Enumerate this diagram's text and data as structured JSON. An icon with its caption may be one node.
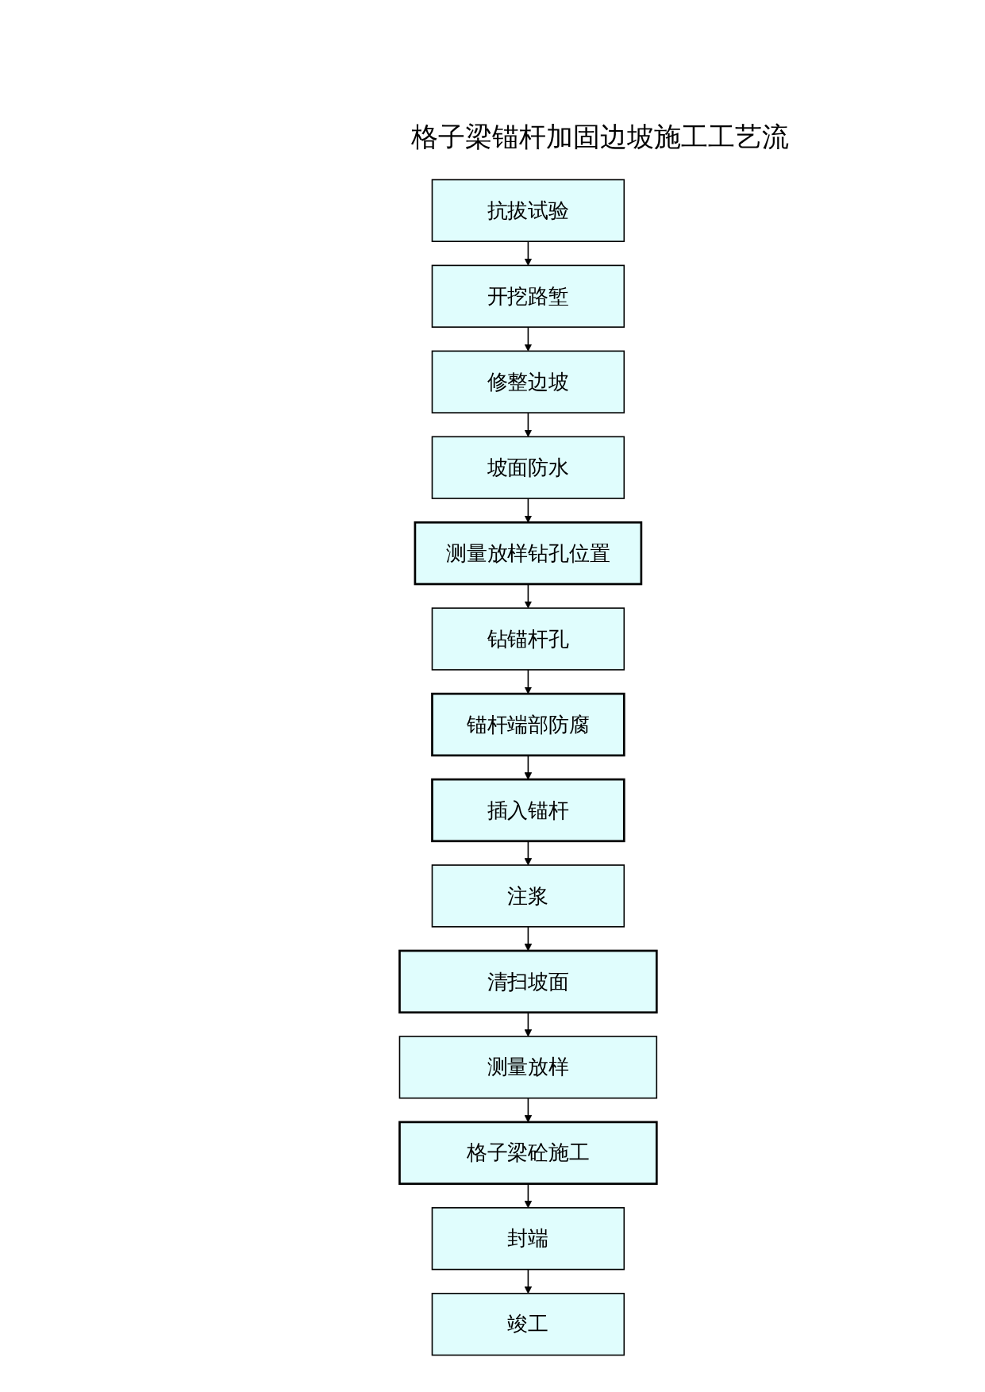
{
  "diagram": {
    "title": "格子梁锚杆加固边坡施工工艺流",
    "nodes": [
      {
        "text": [
          "抗拔试验"
        ]
      },
      {
        "text": [
          "开挖路堑"
        ]
      },
      {
        "text": [
          "修整边坡"
        ]
      },
      {
        "text": [
          "坡面防水"
        ]
      },
      {
        "text": [
          "测量放样钻孔位置"
        ]
      },
      {
        "text": [
          "钻锚杆孔"
        ]
      },
      {
        "text": [
          "锚杆端部防腐"
        ]
      },
      {
        "text": [
          "插入锚杆"
        ]
      },
      {
        "text": [
          "注浆"
        ]
      },
      {
        "text": [
          "清扫坡面"
        ]
      },
      {
        "text": [
          "测量放样"
        ]
      },
      {
        "text": [
          "格子梁砼施工"
        ]
      },
      {
        "text": [
          "封端"
        ]
      },
      {
        "text": [
          "竣工"
        ]
      }
    ],
    "edges": [
      {
        "from": 0,
        "to": 1,
        "arrow": "to"
      },
      {
        "from": 1,
        "to": 2,
        "arrow": "to"
      },
      {
        "from": 2,
        "to": 3,
        "arrow": "to"
      },
      {
        "from": 3,
        "to": 4,
        "arrow": "to"
      },
      {
        "from": 4,
        "to": 5,
        "arrow": "to"
      },
      {
        "from": 5,
        "to": 6,
        "arrow": "to"
      },
      {
        "from": 6,
        "to": 7,
        "arrow": "to"
      },
      {
        "from": 7,
        "to": 8,
        "arrow": "to"
      },
      {
        "from": 8,
        "to": 9,
        "arrow": "to"
      },
      {
        "from": 9,
        "to": 10,
        "arrow": "to"
      },
      {
        "from": 10,
        "to": 11,
        "arrow": "to"
      },
      {
        "from": 11,
        "to": 12,
        "arrow": "to"
      },
      {
        "from": 12,
        "to": 13,
        "arrow": "to"
      }
    ]
  }
}
